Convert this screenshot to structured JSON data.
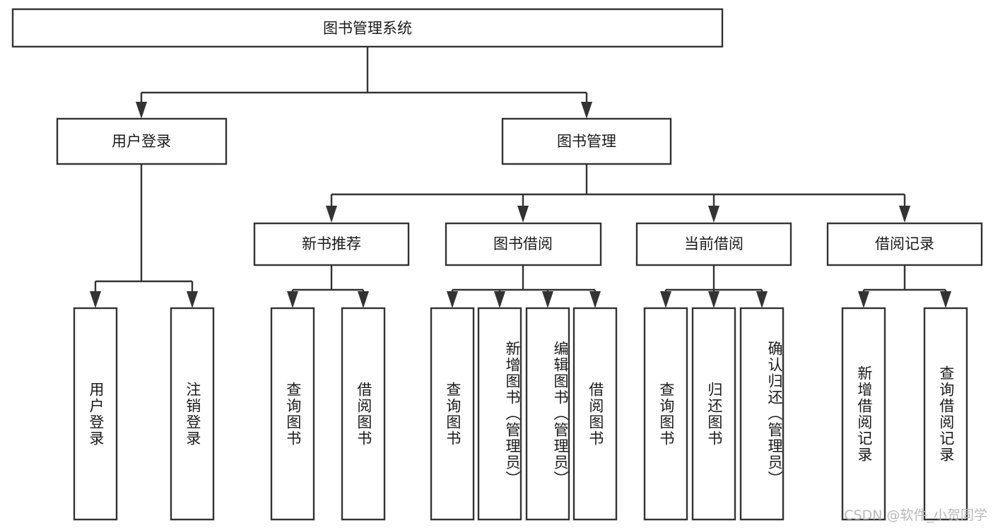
{
  "diagram": {
    "type": "hierarchy-tree",
    "title": "图书管理系统",
    "watermark": "CSDN @软件_小贺同学",
    "colors": {
      "stroke": "#333333",
      "fill": "#ffffff",
      "text": "#1a1a1a",
      "watermark": "#b9b9b9",
      "background": "#ffffff"
    },
    "levels": {
      "root": "图书管理系统",
      "level2": [
        "用户登录",
        "图书管理"
      ],
      "level3": [
        "新书推荐",
        "图书借阅",
        "当前借阅",
        "借阅记录"
      ],
      "leaves": [
        "用户登录",
        "注销登录",
        "查询图书",
        "借阅图书",
        "查询图书",
        "新增图书（管理员）",
        "编辑图书（管理员）",
        "借阅图书",
        "查询图书",
        "归还图书",
        "确认归还（管理员）",
        "新增借阅记录",
        "查询借阅记录"
      ]
    },
    "nodes": {
      "root": {
        "label": "图书管理系统"
      },
      "user_login": {
        "label": "用户登录"
      },
      "book_mgmt": {
        "label": "图书管理"
      },
      "new_book_rec": {
        "label": "新书推荐"
      },
      "book_borrow": {
        "label": "图书借阅"
      },
      "current_borrow": {
        "label": "当前借阅"
      },
      "borrow_record": {
        "label": "借阅记录"
      },
      "leaf_user_login": {
        "label": "用户登录"
      },
      "leaf_logout": {
        "label": "注销登录"
      },
      "leaf_query_book_1": {
        "label": "查询图书"
      },
      "leaf_borrow_book_1": {
        "label": "借阅图书"
      },
      "leaf_query_book_2": {
        "label": "查询图书"
      },
      "leaf_add_book_admin": {
        "label": "新增图书（管理员）"
      },
      "leaf_edit_book_admin": {
        "label": "编辑图书（管理员）"
      },
      "leaf_borrow_book_2": {
        "label": "借阅图书"
      },
      "leaf_query_book_3": {
        "label": "查询图书"
      },
      "leaf_return_book": {
        "label": "归还图书"
      },
      "leaf_confirm_return_admin": {
        "label": "确认归还（管理员）"
      },
      "leaf_add_borrow_record": {
        "label": "新增借阅记录"
      },
      "leaf_query_borrow_record": {
        "label": "查询借阅记录"
      }
    },
    "edges": [
      {
        "from": "root",
        "to": "user_login"
      },
      {
        "from": "root",
        "to": "book_mgmt"
      },
      {
        "from": "user_login",
        "to": "leaf_user_login"
      },
      {
        "from": "user_login",
        "to": "leaf_logout"
      },
      {
        "from": "book_mgmt",
        "to": "new_book_rec"
      },
      {
        "from": "book_mgmt",
        "to": "book_borrow"
      },
      {
        "from": "book_mgmt",
        "to": "current_borrow"
      },
      {
        "from": "book_mgmt",
        "to": "borrow_record"
      },
      {
        "from": "new_book_rec",
        "to": "leaf_query_book_1"
      },
      {
        "from": "new_book_rec",
        "to": "leaf_borrow_book_1"
      },
      {
        "from": "book_borrow",
        "to": "leaf_query_book_2"
      },
      {
        "from": "book_borrow",
        "to": "leaf_add_book_admin"
      },
      {
        "from": "book_borrow",
        "to": "leaf_edit_book_admin"
      },
      {
        "from": "book_borrow",
        "to": "leaf_borrow_book_2"
      },
      {
        "from": "current_borrow",
        "to": "leaf_query_book_3"
      },
      {
        "from": "current_borrow",
        "to": "leaf_return_book"
      },
      {
        "from": "current_borrow",
        "to": "leaf_confirm_return_admin"
      },
      {
        "from": "borrow_record",
        "to": "leaf_add_borrow_record"
      },
      {
        "from": "borrow_record",
        "to": "leaf_query_borrow_record"
      }
    ]
  }
}
